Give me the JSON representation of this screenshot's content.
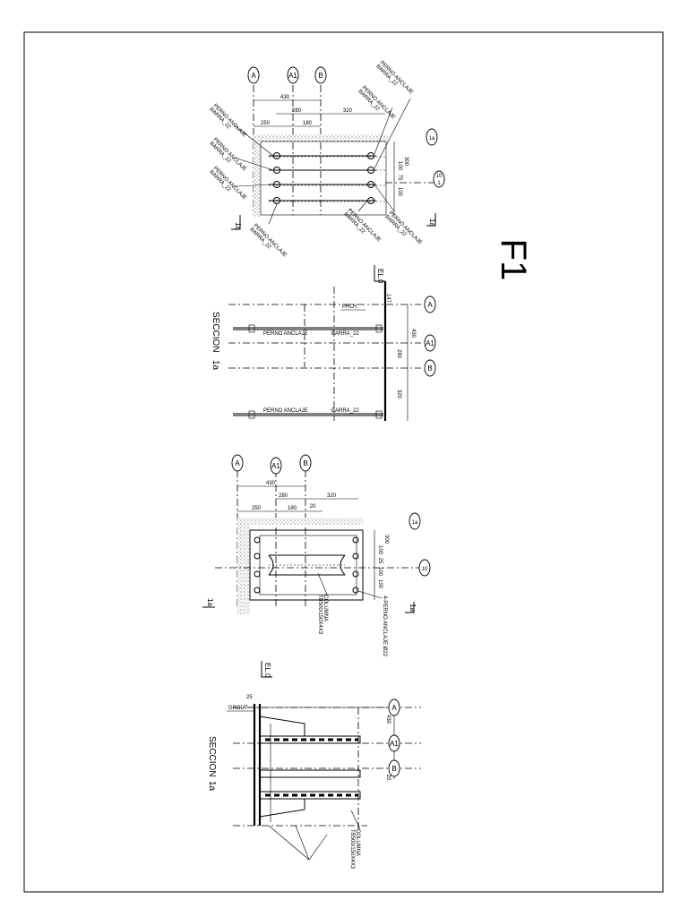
{
  "sheet_title": "F1",
  "view1": {
    "axes": [
      "A",
      "A1",
      "B"
    ],
    "dims_top": [
      "430",
      "280",
      "320",
      "250",
      "180"
    ],
    "dims_right": [
      "300",
      "100",
      "75",
      "100"
    ],
    "section_marks": [
      "1a",
      "1a",
      "1a",
      "1a"
    ],
    "grid_10": "10",
    "grid_1": "1",
    "bolt_labels": [
      "PERNO ANCLAJE",
      "BARRA_22"
    ]
  },
  "view2": {
    "title": "SECCION",
    "title_mark": "1a",
    "level": "EL.0",
    "dim_proy": "147",
    "proy_label": "PROY.",
    "axes": [
      "A",
      "A1",
      "B"
    ],
    "dims_right": [
      "430",
      "280",
      "320"
    ],
    "bolt_label_1": "PERNO ANCLAJE",
    "bar_label_1": "BARRA_22",
    "bolt_label_2": "PERNO ANCLAJE",
    "bar_label_2": "BARRA_22"
  },
  "view3": {
    "axes": [
      "A",
      "A1",
      "B"
    ],
    "dims_top": [
      "430",
      "280",
      "320",
      "250",
      "180",
      "20"
    ],
    "dims_right": [
      "300",
      "100",
      "25",
      "100",
      "100"
    ],
    "section_marks": [
      "1a",
      "1a",
      "1a",
      "1a"
    ],
    "grid_10": "10",
    "column_label": "COLUMNA",
    "column_spec": "TB500/150X4X3",
    "bolt_label": "4-PERNO ANCLAJE Ø22"
  },
  "view4": {
    "title": "SECCION",
    "title_mark": "1a",
    "level": "EL.0",
    "grout_label": "GROUT",
    "dim_grout": "25",
    "axes": [
      "A",
      "A1",
      "B"
    ],
    "dims_right": [
      "430",
      "20"
    ],
    "column_label": "COLUMNA",
    "column_spec": "TB500/150X4X3"
  }
}
